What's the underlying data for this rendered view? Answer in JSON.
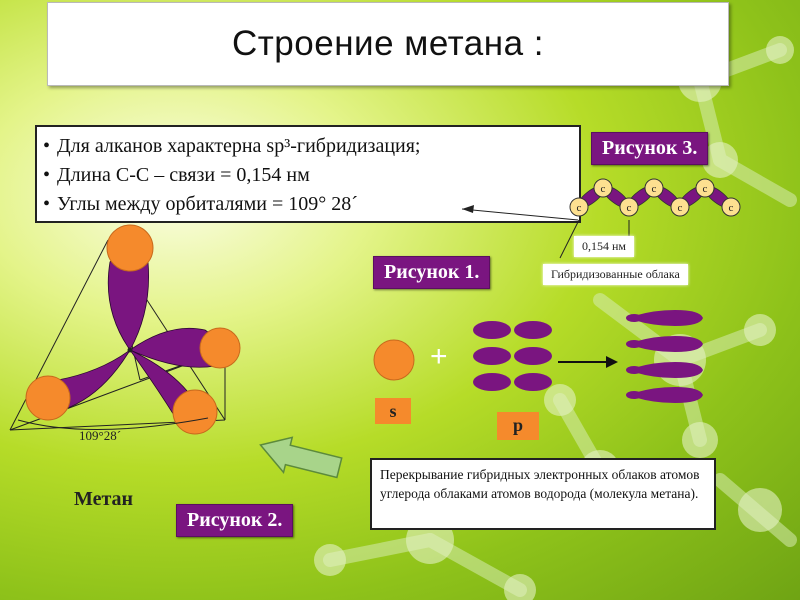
{
  "title": "Строение метана :",
  "bullets": [
    "Для алканов характерна sp³-гибридизация;",
    "Длина С-С – связи = 0,154 нм",
    "Углы между орбиталями = 109° 28´"
  ],
  "figures": {
    "fig1": "Рисунок 1.",
    "fig2": "Рисунок 2.",
    "fig3": "Рисунок 3."
  },
  "chain": {
    "atom_label": "c",
    "bond_length_label": "0,154 нм",
    "clouds_label": "Гибридизованные облака"
  },
  "orbitals": {
    "s_label": "s",
    "p_label": "p",
    "plus": "+"
  },
  "methane": {
    "name": "Метан",
    "angle": "109°28´"
  },
  "caption": "Перекрывание гибридных электронных облаков атомов углерода облаками атомов водорода (молекула метана).",
  "colors": {
    "purple": "#7a1580",
    "orange": "#f58a2c",
    "green_arrow": "#a8d48a"
  }
}
